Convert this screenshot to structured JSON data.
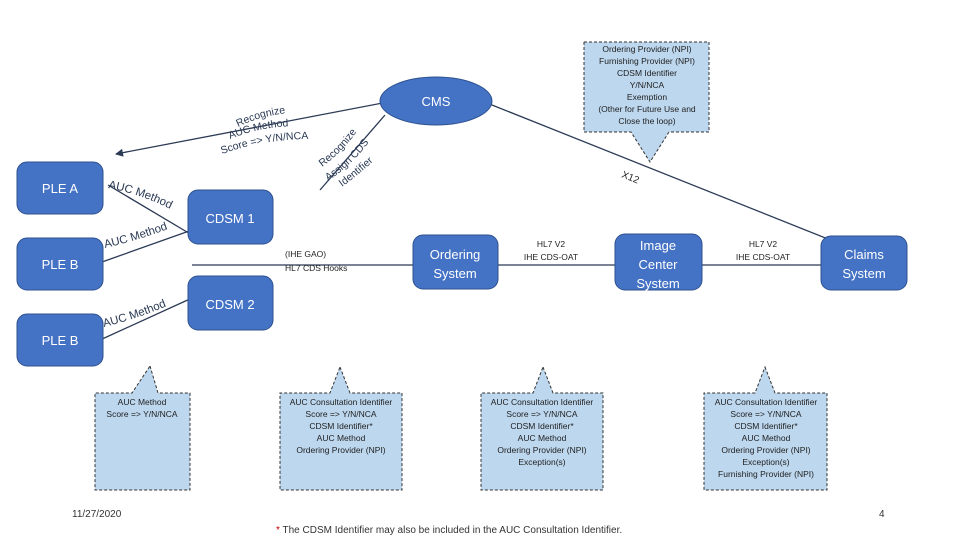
{
  "colors": {
    "node": "#4472c4",
    "node_border": "#2f528f",
    "callout": "#bdd7ee",
    "callout_border": "#333333",
    "line": "#2b3a55",
    "footnote_star": "#c00000"
  },
  "nodes": {
    "cms": "CMS",
    "ple_a": "PLE A",
    "ple_b1": "PLE B",
    "ple_b2": "PLE B",
    "cdsm1": "CDSM 1",
    "cdsm2": "CDSM 2",
    "ordering": [
      "Ordering",
      "System"
    ],
    "image_center": [
      "Image",
      "Center",
      "System"
    ],
    "claims": [
      "Claims",
      "System"
    ]
  },
  "labels": {
    "recognize": "Recognize",
    "auc_method_nca": "AUC Method",
    "score_nca": "Score => Y/N/NCA",
    "recognize2": "Recognize",
    "assign_cdsm": "Assign CDSM",
    "identifier": "Identifier",
    "auc_method_a": "AUC Method",
    "auc_method_b1": "AUC Method",
    "auc_method_b2": "AUC Method",
    "ihe_gao": "(IHE GAO)",
    "hl7_cds_hooks": "HL7 CDS Hooks",
    "hl7_v2_a": "HL7 V2",
    "ihe_cds_oat_a": "IHE CDS-OAT",
    "hl7_v2_b": "HL7 V2",
    "ihe_cds_oat_b": "IHE CDS-OAT",
    "x12": "X12"
  },
  "callouts": {
    "top": [
      "Ordering Provider (NPI)",
      "Furnishing Provider (NPI)",
      "CDSM Identifier",
      "Y/N/NCA",
      "Exemption",
      "(Other for Future Use and",
      "Close the loop)"
    ],
    "ple": [
      "AUC Method",
      "Score => Y/N/NCA"
    ],
    "cdsm": [
      "AUC Consultation Identifier",
      "Score => Y/N/NCA",
      "CDSM Identifier*",
      "AUC Method",
      "Ordering Provider (NPI)"
    ],
    "ordering": [
      "AUC Consultation Identifier",
      "Score => Y/N/NCA",
      "CDSM Identifier*",
      "AUC Method",
      "Ordering Provider (NPI)",
      "Exception(s)"
    ],
    "claims": [
      "AUC Consultation Identifier",
      "Score => Y/N/NCA",
      "CDSM Identifier*",
      "AUC Method",
      "Ordering Provider (NPI)",
      "Exception(s)",
      "Furnishing Provider (NPI)"
    ]
  },
  "footer": {
    "date": "11/27/2020",
    "page": "4",
    "star": "*",
    "note": " The CDSM Identifier may also be included in the AUC Consultation Identifier."
  }
}
